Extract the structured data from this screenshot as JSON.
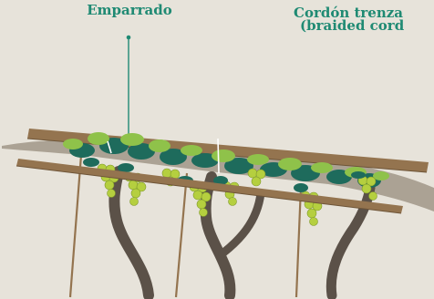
{
  "labels": {
    "left_title": "Emparrado",
    "right_title_line1": "Cordón trenza",
    "right_title_line2": "(braided cord"
  },
  "colors": {
    "background": "#e7e3da",
    "label_teal": "#1f8a73",
    "wood": "#94744f",
    "wood_dark": "#6e5538",
    "trunk": "#5b5148",
    "cord": "#a49a8c",
    "leaf_dark": "#1e6b5c",
    "leaf_light": "#8fc24a",
    "grape": "#b5cf3f"
  }
}
